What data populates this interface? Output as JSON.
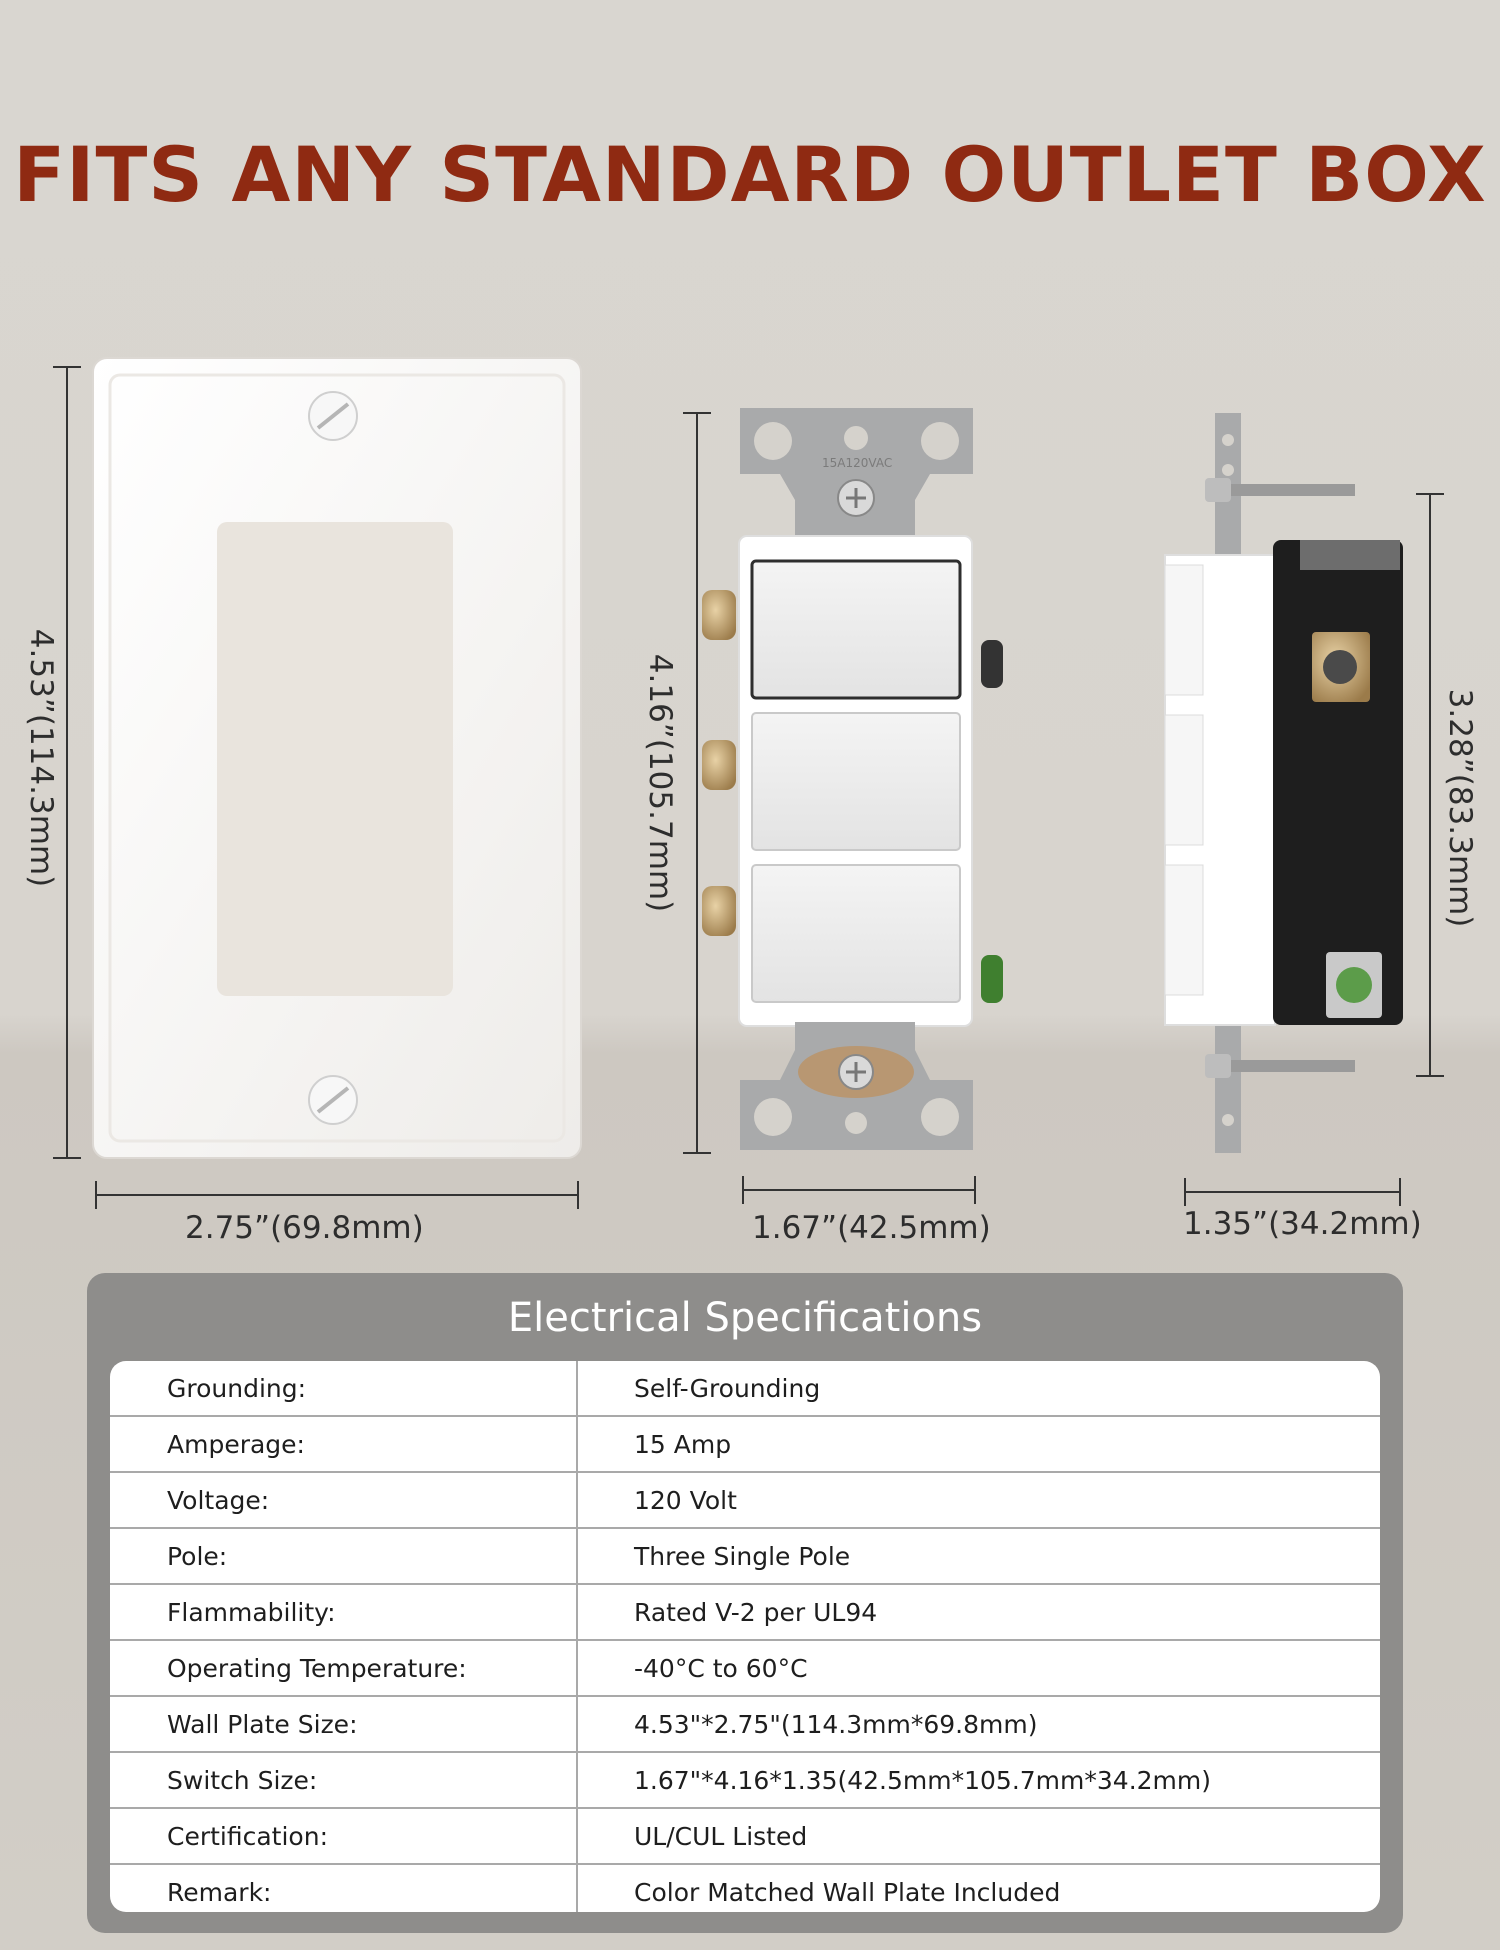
{
  "headline": "FITS ANY STANDARD OUTLET BOX",
  "switch_label": "15A120VAC",
  "dimensions": {
    "plate_height": "4.53”(114.3mm)",
    "plate_width": "2.75”(69.8mm)",
    "switch_height": "4.16”(105.7mm)",
    "switch_width": "1.67”(42.5mm)",
    "side_height": "3.28”(83.3mm)",
    "side_depth": "1.35”(34.2mm)"
  },
  "specs": {
    "title": "Electrical Specifications",
    "rows": [
      {
        "key": "Grounding:",
        "value": "Self-Grounding"
      },
      {
        "key": "Amperage:",
        "value": "15 Amp"
      },
      {
        "key": "Voltage:",
        "value": "120 Volt"
      },
      {
        "key": "Pole:",
        "value": "Three Single Pole"
      },
      {
        "key": "Flammability:",
        "value": "Rated V-2 per UL94"
      },
      {
        "key": "Operating Temperature:",
        "value": "-40°C to 60°C"
      },
      {
        "key": "Wall Plate Size:",
        "value": "4.53\"*2.75\"(114.3mm*69.8mm)"
      },
      {
        "key": "Switch Size:",
        "value": "1.67\"*4.16*1.35(42.5mm*105.7mm*34.2mm)"
      },
      {
        "key": "Certification:",
        "value": "UL/CUL Listed"
      },
      {
        "key": "Remark:",
        "value": "Color Matched Wall Plate Included"
      }
    ]
  },
  "colors": {
    "headline": "#8f2a12",
    "panel": "#8e8d8b",
    "background": "#d9d6d0"
  }
}
